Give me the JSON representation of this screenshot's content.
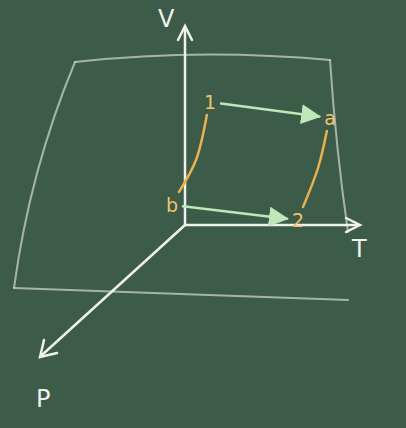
{
  "diagram": {
    "nodes": [
      {
        "text": [
          "1"
        ]
      },
      {
        "text": [
          "a"
        ]
      },
      {
        "text": [
          "b"
        ]
      },
      {
        "text": [
          "2"
        ]
      }
    ],
    "edges": [
      {
        "from": 0,
        "to": 1,
        "arrow": "to"
      },
      {
        "from": 0,
        "to": 2,
        "arrow": "none"
      },
      {
        "from": 1,
        "to": 3,
        "arrow": "none"
      },
      {
        "from": 2,
        "to": 3,
        "arrow": "to"
      }
    ],
    "labels": [
      "V",
      "T",
      "P"
    ]
  }
}
